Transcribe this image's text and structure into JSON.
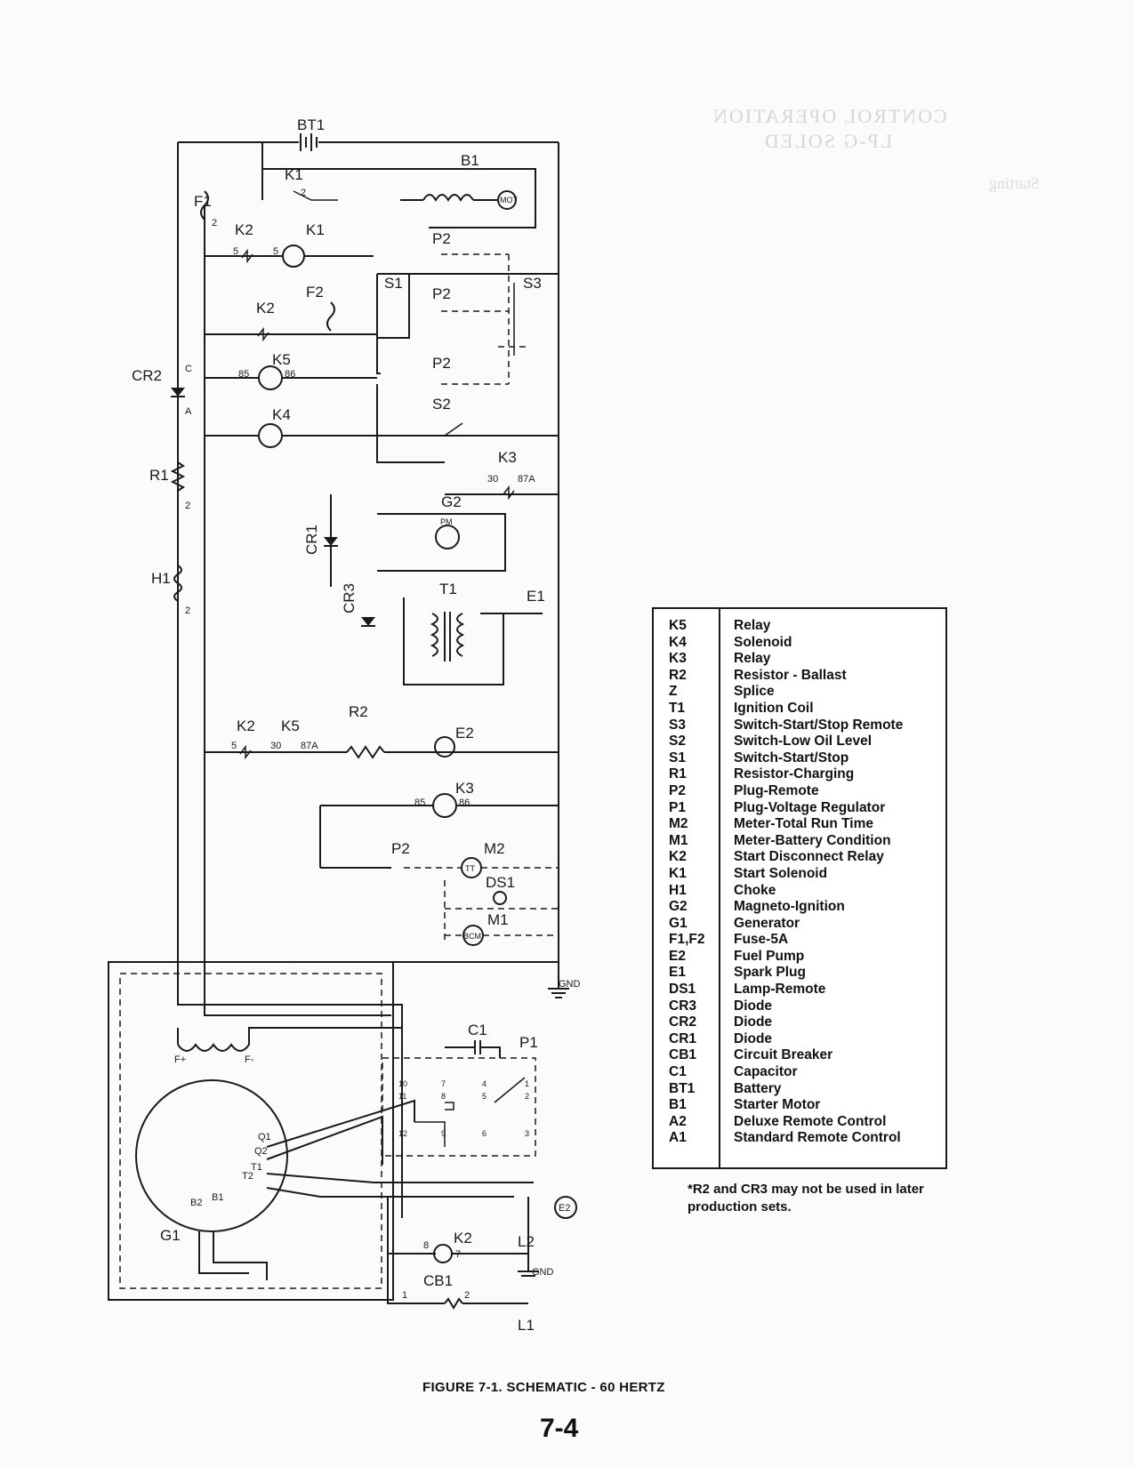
{
  "schematic": {
    "labels": {
      "bt1": "BT1",
      "b1": "B1",
      "mot": "MOT",
      "k1_top": "K1",
      "f1": "F1",
      "k2_a": "K2",
      "k1_b": "K1",
      "p2_a": "P2",
      "s1": "S1",
      "s3": "S3",
      "f2": "F2",
      "p2_b": "P2",
      "k2_b": "K2",
      "k5_a": "K5",
      "p2_c": "P2",
      "cr2": "CR2",
      "k4": "K4",
      "s2": "S2",
      "k3_a": "K3",
      "r1": "R1",
      "g2": "G2",
      "pm": "PM",
      "cr1": "CR1",
      "cr3": "CR3",
      "t1": "T1",
      "e1": "E1",
      "h1": "H1",
      "k2_c": "K2",
      "k5_b": "K5",
      "r2": "R2",
      "e2_a": "E2",
      "k3_b": "K3",
      "p2_d": "P2",
      "m2": "M2",
      "tt": "TT",
      "ds1": "DS1",
      "m1": "M1",
      "bcm": "BCM",
      "gnd_a": "GND",
      "c1": "C1",
      "p1": "P1",
      "f_plus": "F+",
      "f_minus": "F-",
      "q1": "Q1",
      "q2": "Q2",
      "t1_g": "T1",
      "t2": "T2",
      "b2": "B2",
      "b1_g": "B1",
      "g1": "G1",
      "e2_b": "E2",
      "k2_d": "K2",
      "l2": "L2",
      "gnd_b": "GND",
      "cb1": "CB1",
      "l1": "L1"
    }
  },
  "legend": {
    "items": [
      {
        "code": "K5",
        "desc": "Relay"
      },
      {
        "code": "K4",
        "desc": "Solenoid"
      },
      {
        "code": "K3",
        "desc": "Relay"
      },
      {
        "code": "R2",
        "desc": "Resistor - Ballast"
      },
      {
        "code": "Z",
        "desc": "Splice"
      },
      {
        "code": "T1",
        "desc": "Ignition Coil"
      },
      {
        "code": "S3",
        "desc": "Switch-Start/Stop Remote"
      },
      {
        "code": "S2",
        "desc": "Switch-Low Oil Level"
      },
      {
        "code": "S1",
        "desc": "Switch-Start/Stop"
      },
      {
        "code": "R1",
        "desc": "Resistor-Charging"
      },
      {
        "code": "P2",
        "desc": "Plug-Remote"
      },
      {
        "code": "P1",
        "desc": "Plug-Voltage Regulator"
      },
      {
        "code": "M2",
        "desc": "Meter-Total Run Time"
      },
      {
        "code": "M1",
        "desc": "Meter-Battery Condition"
      },
      {
        "code": "K2",
        "desc": "Start Disconnect Relay"
      },
      {
        "code": "K1",
        "desc": "Start Solenoid"
      },
      {
        "code": "H1",
        "desc": "Choke"
      },
      {
        "code": "G2",
        "desc": "Magneto-Ignition"
      },
      {
        "code": "G1",
        "desc": "Generator"
      },
      {
        "code": "F1,F2",
        "desc": "Fuse-5A"
      },
      {
        "code": "E2",
        "desc": "Fuel Pump"
      },
      {
        "code": "E1",
        "desc": "Spark Plug"
      },
      {
        "code": "DS1",
        "desc": "Lamp-Remote"
      },
      {
        "code": "CR3",
        "desc": "Diode"
      },
      {
        "code": "CR2",
        "desc": "Diode"
      },
      {
        "code": "CR1",
        "desc": "Diode"
      },
      {
        "code": "CB1",
        "desc": "Circuit Breaker"
      },
      {
        "code": "C1",
        "desc": "Capacitor"
      },
      {
        "code": "BT1",
        "desc": "Battery"
      },
      {
        "code": "B1",
        "desc": "Starter Motor"
      },
      {
        "code": "A2",
        "desc": "Deluxe Remote Control"
      },
      {
        "code": "A1",
        "desc": "Standard Remote Control"
      }
    ]
  },
  "note": "*R2 and CR3 may not be used in later production sets.",
  "caption": "FIGURE 7-1.   SCHEMATIC - 60 HERTZ",
  "page_number": "7-4",
  "bleed_through": {
    "title_1": "CONTROL OPERATION",
    "title_2": "LP-G SOLED",
    "heading": "Starting"
  }
}
